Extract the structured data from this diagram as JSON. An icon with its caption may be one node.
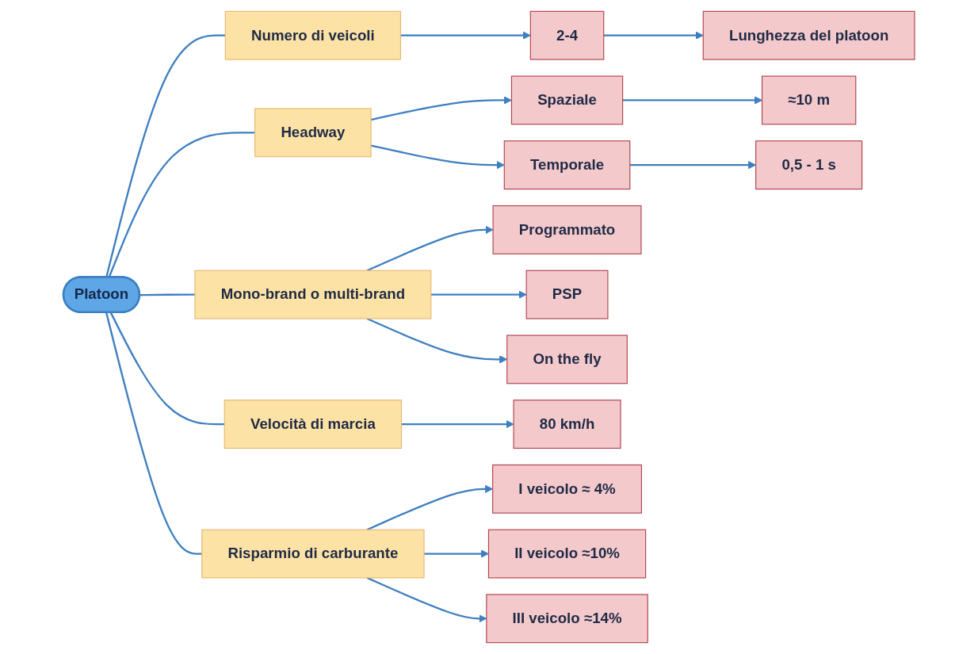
{
  "diagram": {
    "nodes": [
      {
        "text": [
          "Platoon"
        ]
      },
      {
        "text": [
          "Numero di veicoli"
        ]
      },
      {
        "text": [
          "2-4"
        ]
      },
      {
        "text": [
          "Lunghezza del platoon"
        ]
      },
      {
        "text": [
          "Headway"
        ]
      },
      {
        "text": [
          "Spaziale"
        ]
      },
      {
        "text": [
          "≈10 m"
        ]
      },
      {
        "text": [
          "Temporale"
        ]
      },
      {
        "text": [
          "0,5 - 1 s"
        ]
      },
      {
        "text": [
          "Mono-brand o multi-brand"
        ]
      },
      {
        "text": [
          "Programmato"
        ]
      },
      {
        "text": [
          "PSP"
        ]
      },
      {
        "text": [
          "On the fly"
        ]
      },
      {
        "text": [
          "Velocità di marcia"
        ]
      },
      {
        "text": [
          "80 km/h"
        ]
      },
      {
        "text": [
          "Risparmio di carburante"
        ]
      },
      {
        "text": [
          "I veicolo ≈ 4%"
        ]
      },
      {
        "text": [
          "II veicolo ≈10%"
        ]
      },
      {
        "text": [
          "III veicolo ≈14%"
        ]
      }
    ],
    "edges": [
      {
        "from": 0,
        "to": 1,
        "arrow": "none"
      },
      {
        "from": 0,
        "to": 4,
        "arrow": "none"
      },
      {
        "from": 0,
        "to": 9,
        "arrow": "none"
      },
      {
        "from": 0,
        "to": 13,
        "arrow": "none"
      },
      {
        "from": 0,
        "to": 15,
        "arrow": "none"
      },
      {
        "from": 1,
        "to": 2,
        "arrow": "to"
      },
      {
        "from": 2,
        "to": 3,
        "arrow": "to"
      },
      {
        "from": 4,
        "to": 5,
        "arrow": "to"
      },
      {
        "from": 4,
        "to": 7,
        "arrow": "to"
      },
      {
        "from": 5,
        "to": 6,
        "arrow": "to"
      },
      {
        "from": 7,
        "to": 8,
        "arrow": "to"
      },
      {
        "from": 9,
        "to": 10,
        "arrow": "to"
      },
      {
        "from": 9,
        "to": 11,
        "arrow": "to"
      },
      {
        "from": 9,
        "to": 12,
        "arrow": "to"
      },
      {
        "from": 13,
        "to": 14,
        "arrow": "to"
      },
      {
        "from": 15,
        "to": 16,
        "arrow": "to"
      },
      {
        "from": 15,
        "to": 17,
        "arrow": "to"
      },
      {
        "from": 15,
        "to": 18,
        "arrow": "to"
      }
    ]
  }
}
